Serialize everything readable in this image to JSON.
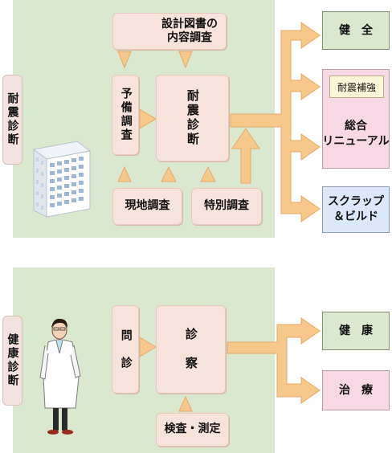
{
  "quake": {
    "side_label": "耐震診断",
    "design_review": "設計図書の\n内容調査",
    "preliminary": "予備調査",
    "diagnosis": "耐震診断",
    "site_survey": "現地調査",
    "special_survey": "特別調査",
    "outputs": {
      "sound": "健　全",
      "reinforcement": "耐震補強",
      "renewal": "総合\nリニューアル",
      "scrap": "スクラップ\n＆ビルド"
    }
  },
  "health": {
    "side_label": "健康診断",
    "interview": "問　診",
    "examination": "診　察",
    "tests": "検査・測定",
    "outputs": {
      "healthy": "健　康",
      "treatment": "治　療"
    }
  },
  "colors": {
    "panel": "#d9e8cf",
    "box": "#f6e3db",
    "arrow": "#f6c88a",
    "out_green": "#d9e8cf",
    "out_pink": "#f8d8e4",
    "out_blue": "#dbe8fb"
  }
}
